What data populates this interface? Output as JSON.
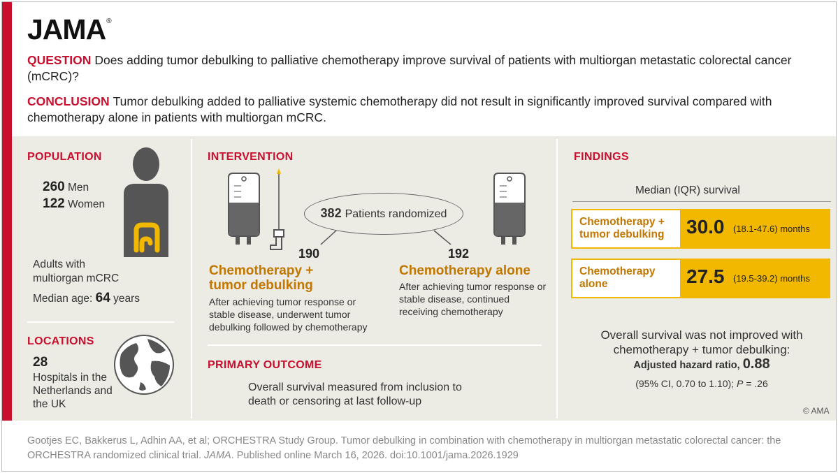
{
  "brand": {
    "logo": "JAMA"
  },
  "question": {
    "label": "QUESTION",
    "text": "Does adding tumor debulking to palliative chemotherapy improve survival of patients with multiorgan metastatic colorectal cancer (mCRC)?"
  },
  "conclusion": {
    "label": "CONCLUSION",
    "text": "Tumor debulking added to palliative systemic chemotherapy did not result in significantly improved survival compared with chemotherapy alone in patients with multiorgan mCRC."
  },
  "population": {
    "heading": "POPULATION",
    "men_count": "260",
    "men_label": "Men",
    "women_count": "122",
    "women_label": "Women",
    "description": "Adults with multiorgan mCRC",
    "median_age_label": "Median age:",
    "median_age_value": "64",
    "median_age_unit": "years"
  },
  "locations": {
    "heading": "LOCATIONS",
    "count": "28",
    "description": "Hospitals in the Netherlands and the UK"
  },
  "intervention": {
    "heading": "INTERVENTION",
    "randomized_count": "382",
    "randomized_label": "Patients randomized",
    "arm1": {
      "count": "190",
      "title_line1": "Chemotherapy +",
      "title_line2": "tumor debulking",
      "description": "After achieving tumor response or stable disease, underwent tumor debulking followed by chemotherapy"
    },
    "arm2": {
      "count": "192",
      "title": "Chemotherapy alone",
      "description": "After achieving tumor response or stable disease, continued receiving chemotherapy"
    }
  },
  "primary_outcome": {
    "heading": "PRIMARY OUTCOME",
    "text": "Overall survival measured from inclusion to death or censoring at last follow-up"
  },
  "findings": {
    "heading": "FINDINGS",
    "subtitle": "Median (IQR) survival",
    "rows": [
      {
        "label_line1": "Chemotherapy +",
        "label_line2": "tumor debulking",
        "value": "30.0",
        "range": "(18.1-47.6) months"
      },
      {
        "label_line1": "Chemotherapy",
        "label_line2": "alone",
        "value": "27.5",
        "range": "(19.5-39.2) months"
      }
    ],
    "summary_line1": "Overall survival was not improved with",
    "summary_line2": "chemotherapy + tumor debulking:",
    "hr_label": "Adjusted hazard ratio,",
    "hr_value": "0.88",
    "ci_text": "(95% CI, 0.70 to 1.10);",
    "p_label": "P",
    "p_value": "= .26"
  },
  "footer": {
    "copyright": "© AMA",
    "citation_part1": "Gootjes EC, Bakkerus L, Adhin AA, et al; ORCHESTRA Study Group. Tumor debulking in combination with chemotherapy in multiorgan metastatic colorectal cancer: the ORCHESTRA randomized clinical trial.",
    "citation_journal": "JAMA",
    "citation_part2": ". Published online March 16, 2026. doi:10.1001/jama.2026.1929"
  },
  "colors": {
    "accent_red": "#c8102e",
    "accent_orange": "#c27700",
    "highlight_yellow": "#f2b800",
    "panel_bg": "#ecebe4"
  },
  "icons": [
    "person-silhouette-icon",
    "colon-icon",
    "iv-bag-icon",
    "endoscope-icon",
    "globe-icon"
  ]
}
